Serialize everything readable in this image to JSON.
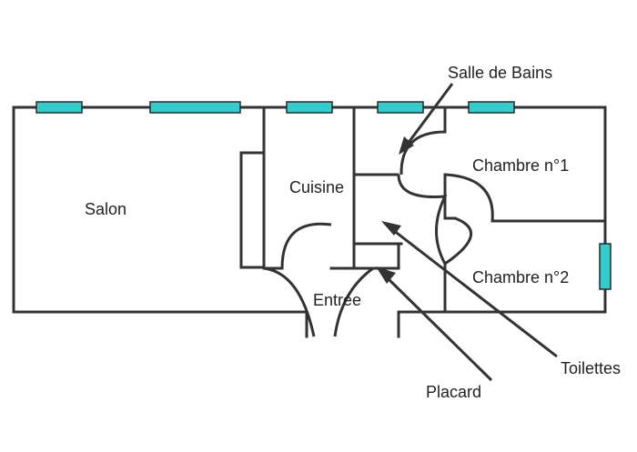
{
  "colors": {
    "wall": "#333333",
    "window": "#33cccc",
    "background": "#ffffff"
  },
  "rooms": {
    "salon": "Salon",
    "cuisine": "Cuisine",
    "entree": "Entrée",
    "chambre1": "Chambre n°1",
    "chambre2": "Chambre n°2"
  },
  "callouts": {
    "salle_de_bains": "Salle de Bains",
    "toilettes": "Toilettes",
    "placard": "Placard"
  }
}
